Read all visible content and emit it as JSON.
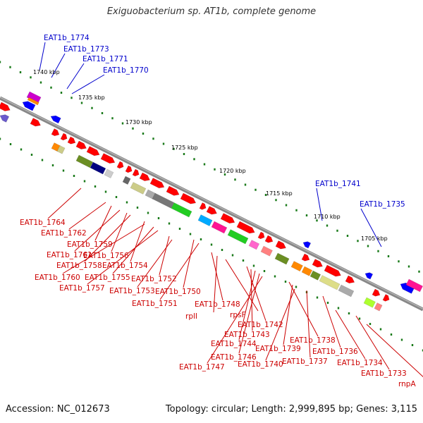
{
  "title": "Exiguobacterium sp. AT1b, complete genome",
  "footer": {
    "accession": "Accession: NC_012673",
    "info": "Topology: circular; Length: 2,999,895 bp; Genes: 3,115"
  },
  "colors": {
    "label_red": "#cc0000",
    "label_blue": "#0000cc",
    "backbone": "#888888",
    "ruler_dots": "#1a7a1a",
    "gene_red": "#ff0000"
  },
  "scale_labels": [
    "1740 kbp",
    "1735 kbp",
    "1730 kbp",
    "1725 kbp",
    "1720 kbp",
    "1715 kbp",
    "1710 kbp",
    "1705 kbp"
  ],
  "blue_labels": [
    "EAT1b_1774",
    "EAT1b_1773",
    "EAT1b_1771",
    "EAT1b_1770",
    "EAT1b_1741",
    "EAT1b_1735"
  ],
  "red_labels": [
    "EAT1b_1764",
    "EAT1b_1762",
    "EAT1b_1759",
    "EAT1b_1761",
    "EAT1b_1756",
    "EAT1b_1758",
    "EAT1b_1754",
    "EAT1b_1760",
    "EAT1b_1755",
    "EAT1b_1757",
    "EAT1b_1752",
    "EAT1b_1753",
    "EAT1b_1750",
    "EAT1b_1751",
    "EAT1b_1748",
    "rplI",
    "rpsF",
    "EAT1b_1742",
    "EAT1b_1743",
    "EAT1b_1744",
    "EAT1b_1738",
    "EAT1b_1739",
    "EAT1b_1746",
    "EAT1b_1740",
    "EAT1b_1737",
    "EAT1b_1736",
    "EAT1b_1747",
    "EAT1b_1734",
    "EAT1b_1733",
    "rnpA"
  ]
}
